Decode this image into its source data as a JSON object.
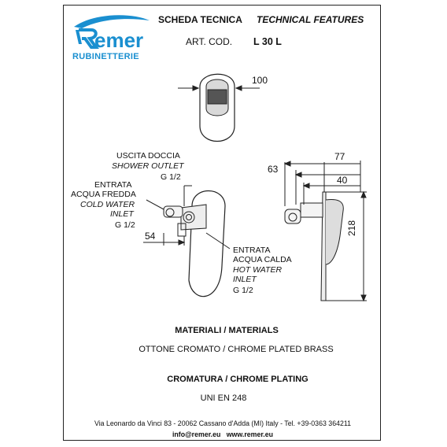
{
  "logo": {
    "brand": "Remer",
    "subtitle": "RUBINETTERIE",
    "color": "#1a8fd0"
  },
  "header": {
    "title_it": "SCHEDA TECNICA",
    "title_en": "TECHNICAL FEATURES",
    "art_label": "ART. COD.",
    "art_code": "L 30 L"
  },
  "drawing": {
    "dim_top_width": "100",
    "dim_depth_total": "77",
    "dim_depth_plate": "40",
    "dim_outlet_height": "63",
    "dim_plate_height": "218",
    "dim_outlet_offset": "54",
    "shower_outlet": {
      "it": "USCITA DOCCIA",
      "en": "SHOWER OUTLET",
      "size": "G 1/2"
    },
    "cold_inlet": {
      "it_1": "ENTRATA",
      "it_2": "ACQUA FREDDA",
      "en_1": "COLD WATER",
      "en_2": "INLET",
      "size": "G 1/2"
    },
    "hot_inlet": {
      "it_1": "ENTRATA",
      "it_2": "ACQUA CALDA",
      "en_1": "HOT WATER",
      "en_2": "INLET",
      "size": "G 1/2"
    }
  },
  "materials": {
    "title": "MATERIALI / MATERIALS",
    "value": "OTTONE CROMATO / CHROME PLATED BRASS"
  },
  "plating": {
    "title": "CROMATURA / CHROME PLATING",
    "value": "UNI EN 248"
  },
  "footer": {
    "address": "Via Leonardo da Vinci 83 - 20062 Cassano d'Adda (MI) Italy - Tel. +39-0363 364211",
    "contact": "info@remer.eu   www.remer.eu"
  }
}
